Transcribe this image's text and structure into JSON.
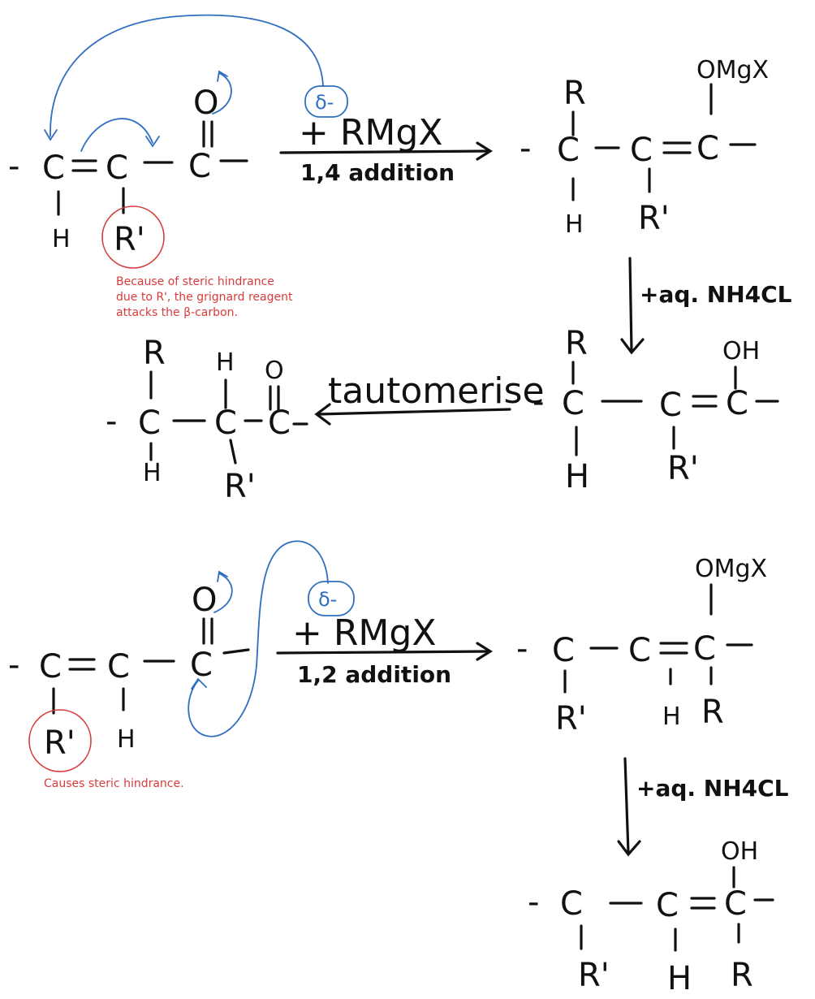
{
  "atoms": {
    "C": "C",
    "H": "H",
    "O": "O",
    "R": "R",
    "R_prime": "R'",
    "OMgX": "OMgX",
    "OH": "OH",
    "dash": "-"
  },
  "reaction1": {
    "reagent": "+ RMgX",
    "condition": "1,4 addition",
    "annotation": [
      "Because of steric hindrance",
      "due to R', the grignard reagent",
      "attacks the β-carbon."
    ],
    "step2": "+aq. NH4CL",
    "step3": "tautomerise"
  },
  "reaction2": {
    "reagent": "+ RMgX",
    "condition": "1,2 addition",
    "annotation": "Causes steric hindrance.",
    "step2": "+aq. NH4CL"
  },
  "partial_charge": "δ-"
}
